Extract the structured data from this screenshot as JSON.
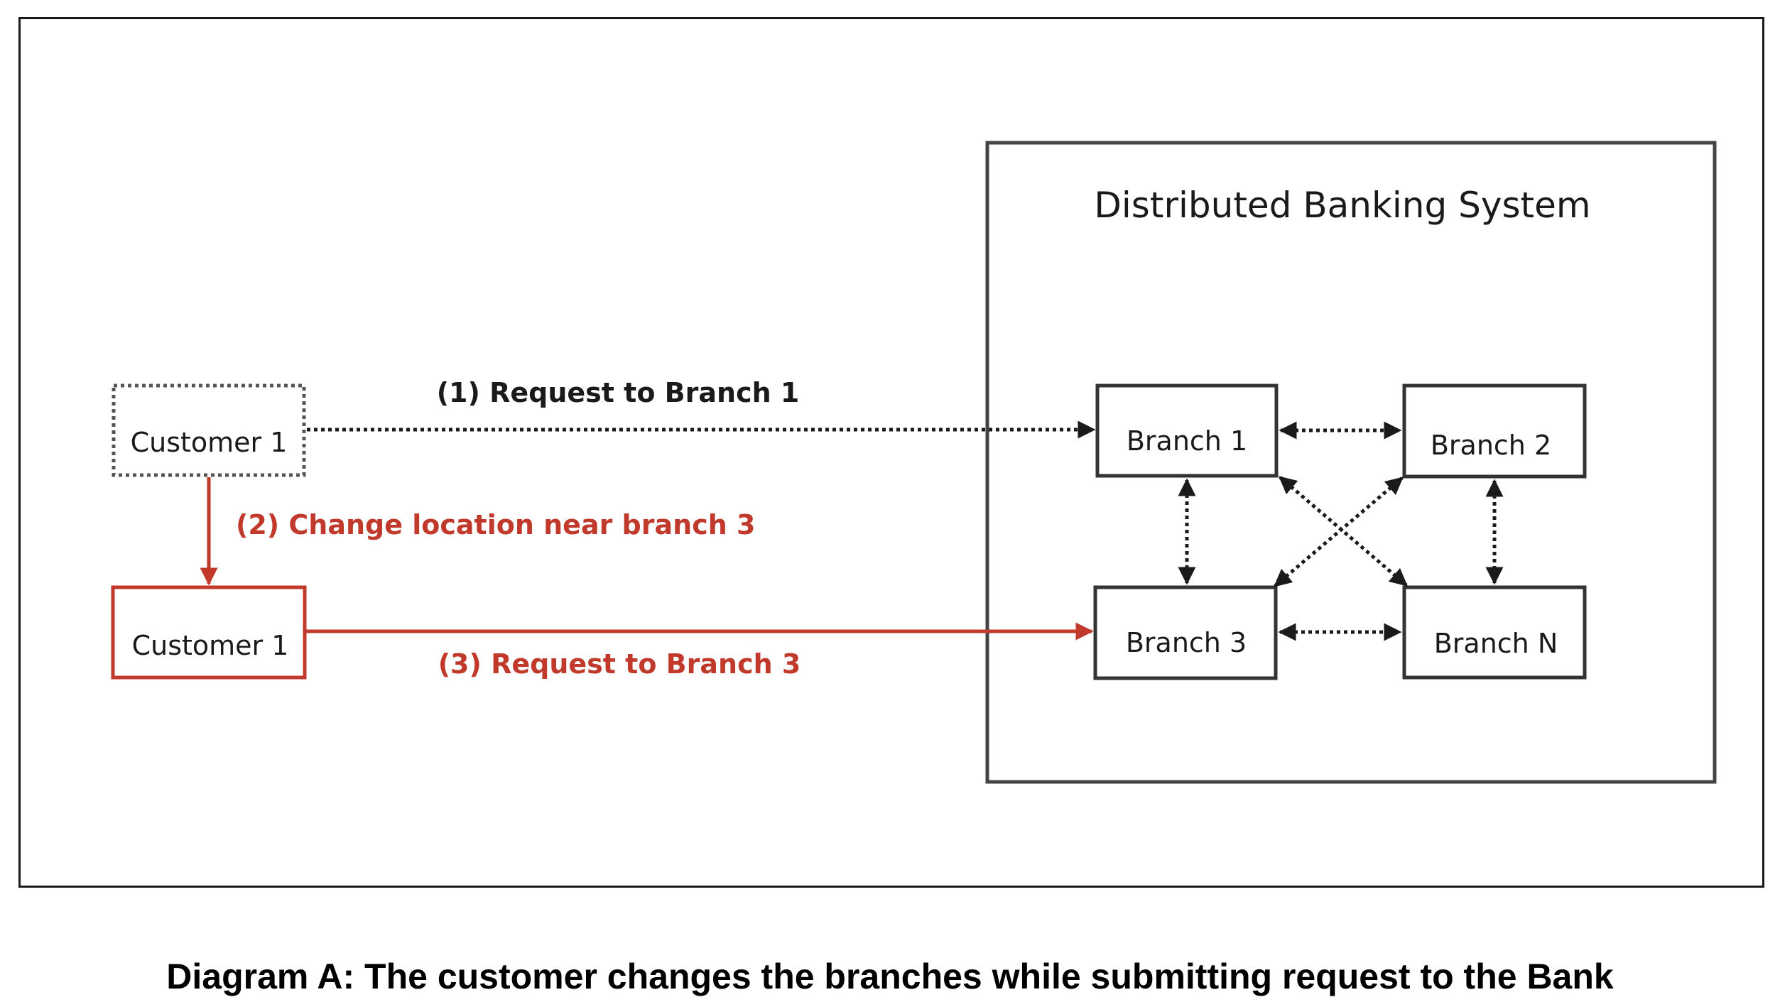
{
  "colors": {
    "dark": "#1a1a1a",
    "frame": "#444444",
    "red": "#c0392b"
  },
  "system": {
    "title": "Distributed Banking System"
  },
  "customers": {
    "before": "Customer 1",
    "after": "Customer 1"
  },
  "branches": {
    "b1": "Branch 1",
    "b2": "Branch 2",
    "b3": "Branch 3",
    "bn": "Branch N"
  },
  "edges": {
    "request_1": "(1) Request to Branch 1",
    "change_location": "(2) Change location near branch 3",
    "request_3": "(3) Request to Branch 3"
  },
  "caption": "Diagram A: The customer changes the branches while submitting request to the Bank"
}
